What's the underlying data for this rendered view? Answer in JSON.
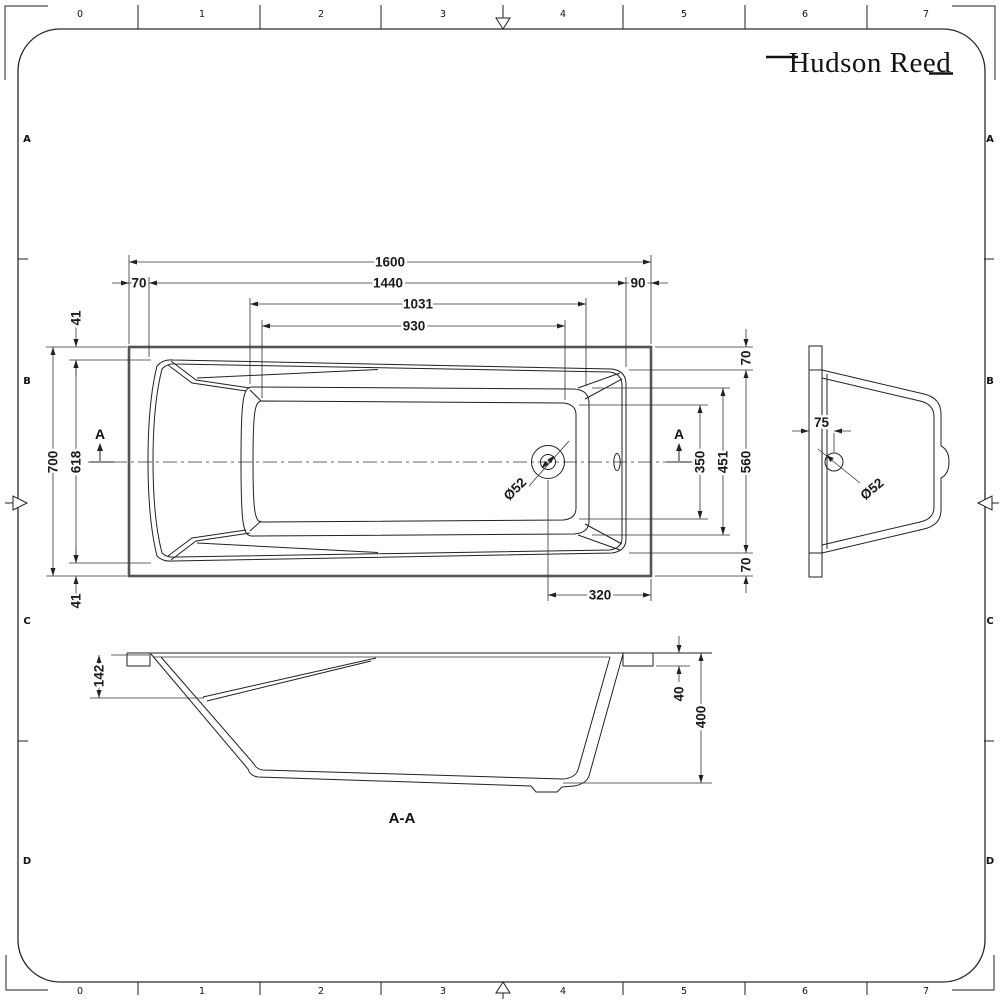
{
  "sheet": {
    "logo_text": "Hudson Reed",
    "ruler_columns": [
      "0",
      "1",
      "2",
      "3",
      "4",
      "5",
      "6",
      "7"
    ],
    "ruler_rows": [
      "A",
      "B",
      "C",
      "D"
    ]
  },
  "plan_view": {
    "section_letter": "A",
    "dims": {
      "overall_length": "1600",
      "rim_left": "70",
      "inner_length": "1440",
      "rim_right": "90",
      "basin_top_length": "1031",
      "basin_floor_length": "930",
      "overall_width": "700",
      "inner_width_left": "618",
      "corner_margin_top": "41",
      "corner_margin_bottom": "41",
      "floor_width": "350",
      "basin_width": "451",
      "inner_width_right": "560",
      "rim_top_right": "70",
      "rim_bottom_right": "70",
      "drain_offset": "320",
      "drain_diameter": "Ø52"
    }
  },
  "end_view": {
    "dims": {
      "drain_offset": "75",
      "drain_diameter": "Ø52"
    }
  },
  "section_view": {
    "title": "A-A",
    "dims": {
      "backrest_depth": "142",
      "rim_drop": "40",
      "overall_height": "400"
    }
  }
}
